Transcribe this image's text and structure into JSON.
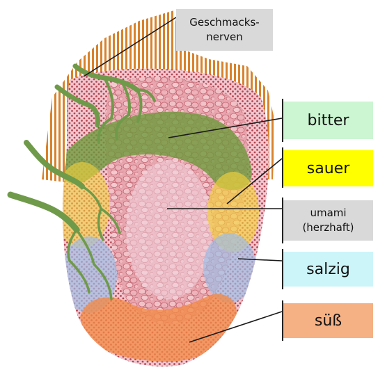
{
  "labels": {
    "nerves_line1": "Geschmacks-",
    "nerves_line2": "nerven",
    "bitter": "bitter",
    "sour": "sauer",
    "umami_line1": "umami",
    "umami_line2": "(herzhaft)",
    "salty": "salzig",
    "sweet": "süß"
  },
  "colors": {
    "nerves_box": "#d9d9d9",
    "bitter_box": "#ccf5d2",
    "sour_box": "#ffff00",
    "umami_box": "#d9d9d9",
    "salty_box": "#ccf5fa",
    "sweet_box": "#f5b183",
    "bitter_zone": "#6e9a3c",
    "sour_zone": "#f2d23c",
    "umami_zone": "#f0d2dc",
    "salty_zone": "#a0bee6",
    "sweet_zone": "#f28a46",
    "nerve": "#6f9a4a",
    "stripes": "#d9822b"
  }
}
